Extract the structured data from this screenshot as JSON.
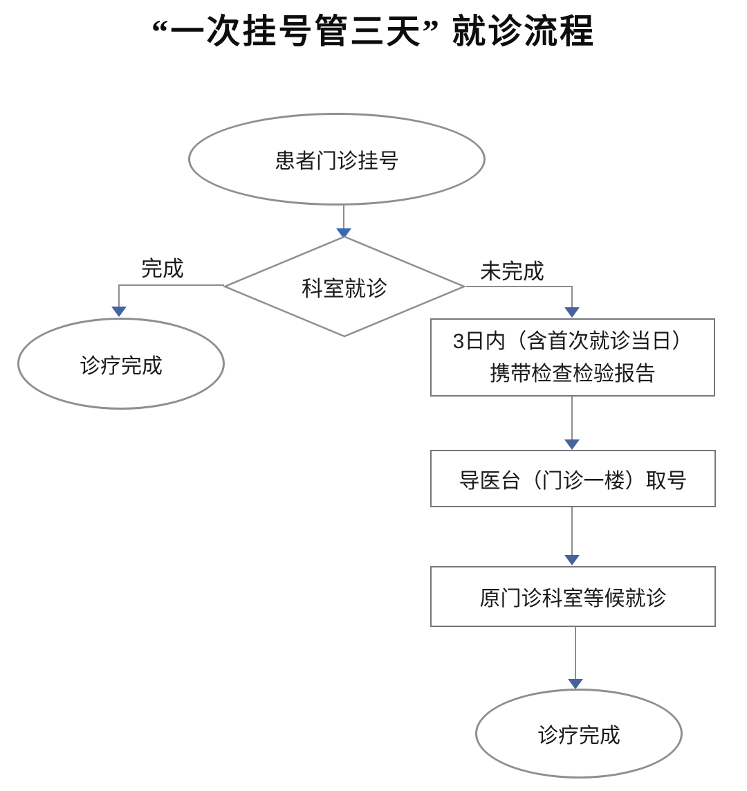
{
  "title": "“一次挂号管三天” 就诊流程",
  "colors": {
    "background": "#ffffff",
    "text": "#1b1b1b",
    "title_text": "#0d0d0d",
    "shape_border": "#8b8f96",
    "rect_border": "#74777d",
    "connector": "#8d8d8d",
    "arrowhead": "#44639f",
    "arrowhead_top": "#3a68b6"
  },
  "nodes": {
    "start": {
      "shape": "ellipse",
      "label": "患者门诊挂号"
    },
    "decision": {
      "shape": "diamond",
      "label": "科室就诊"
    },
    "treatment_done_left": {
      "shape": "ellipse",
      "label": "诊疗完成"
    },
    "bring_reports": {
      "shape": "rectangle",
      "line1": "3日内（含首次就诊当日）",
      "line2": "携带检查检验报告"
    },
    "take_number": {
      "shape": "rectangle",
      "label": "导医台（门诊一楼）取号"
    },
    "wait_consult": {
      "shape": "rectangle",
      "label": "原门诊科室等候就诊"
    },
    "treatment_done_right": {
      "shape": "ellipse",
      "label": "诊疗完成"
    }
  },
  "edge_labels": {
    "completed": "完成",
    "not_completed": "未完成"
  }
}
